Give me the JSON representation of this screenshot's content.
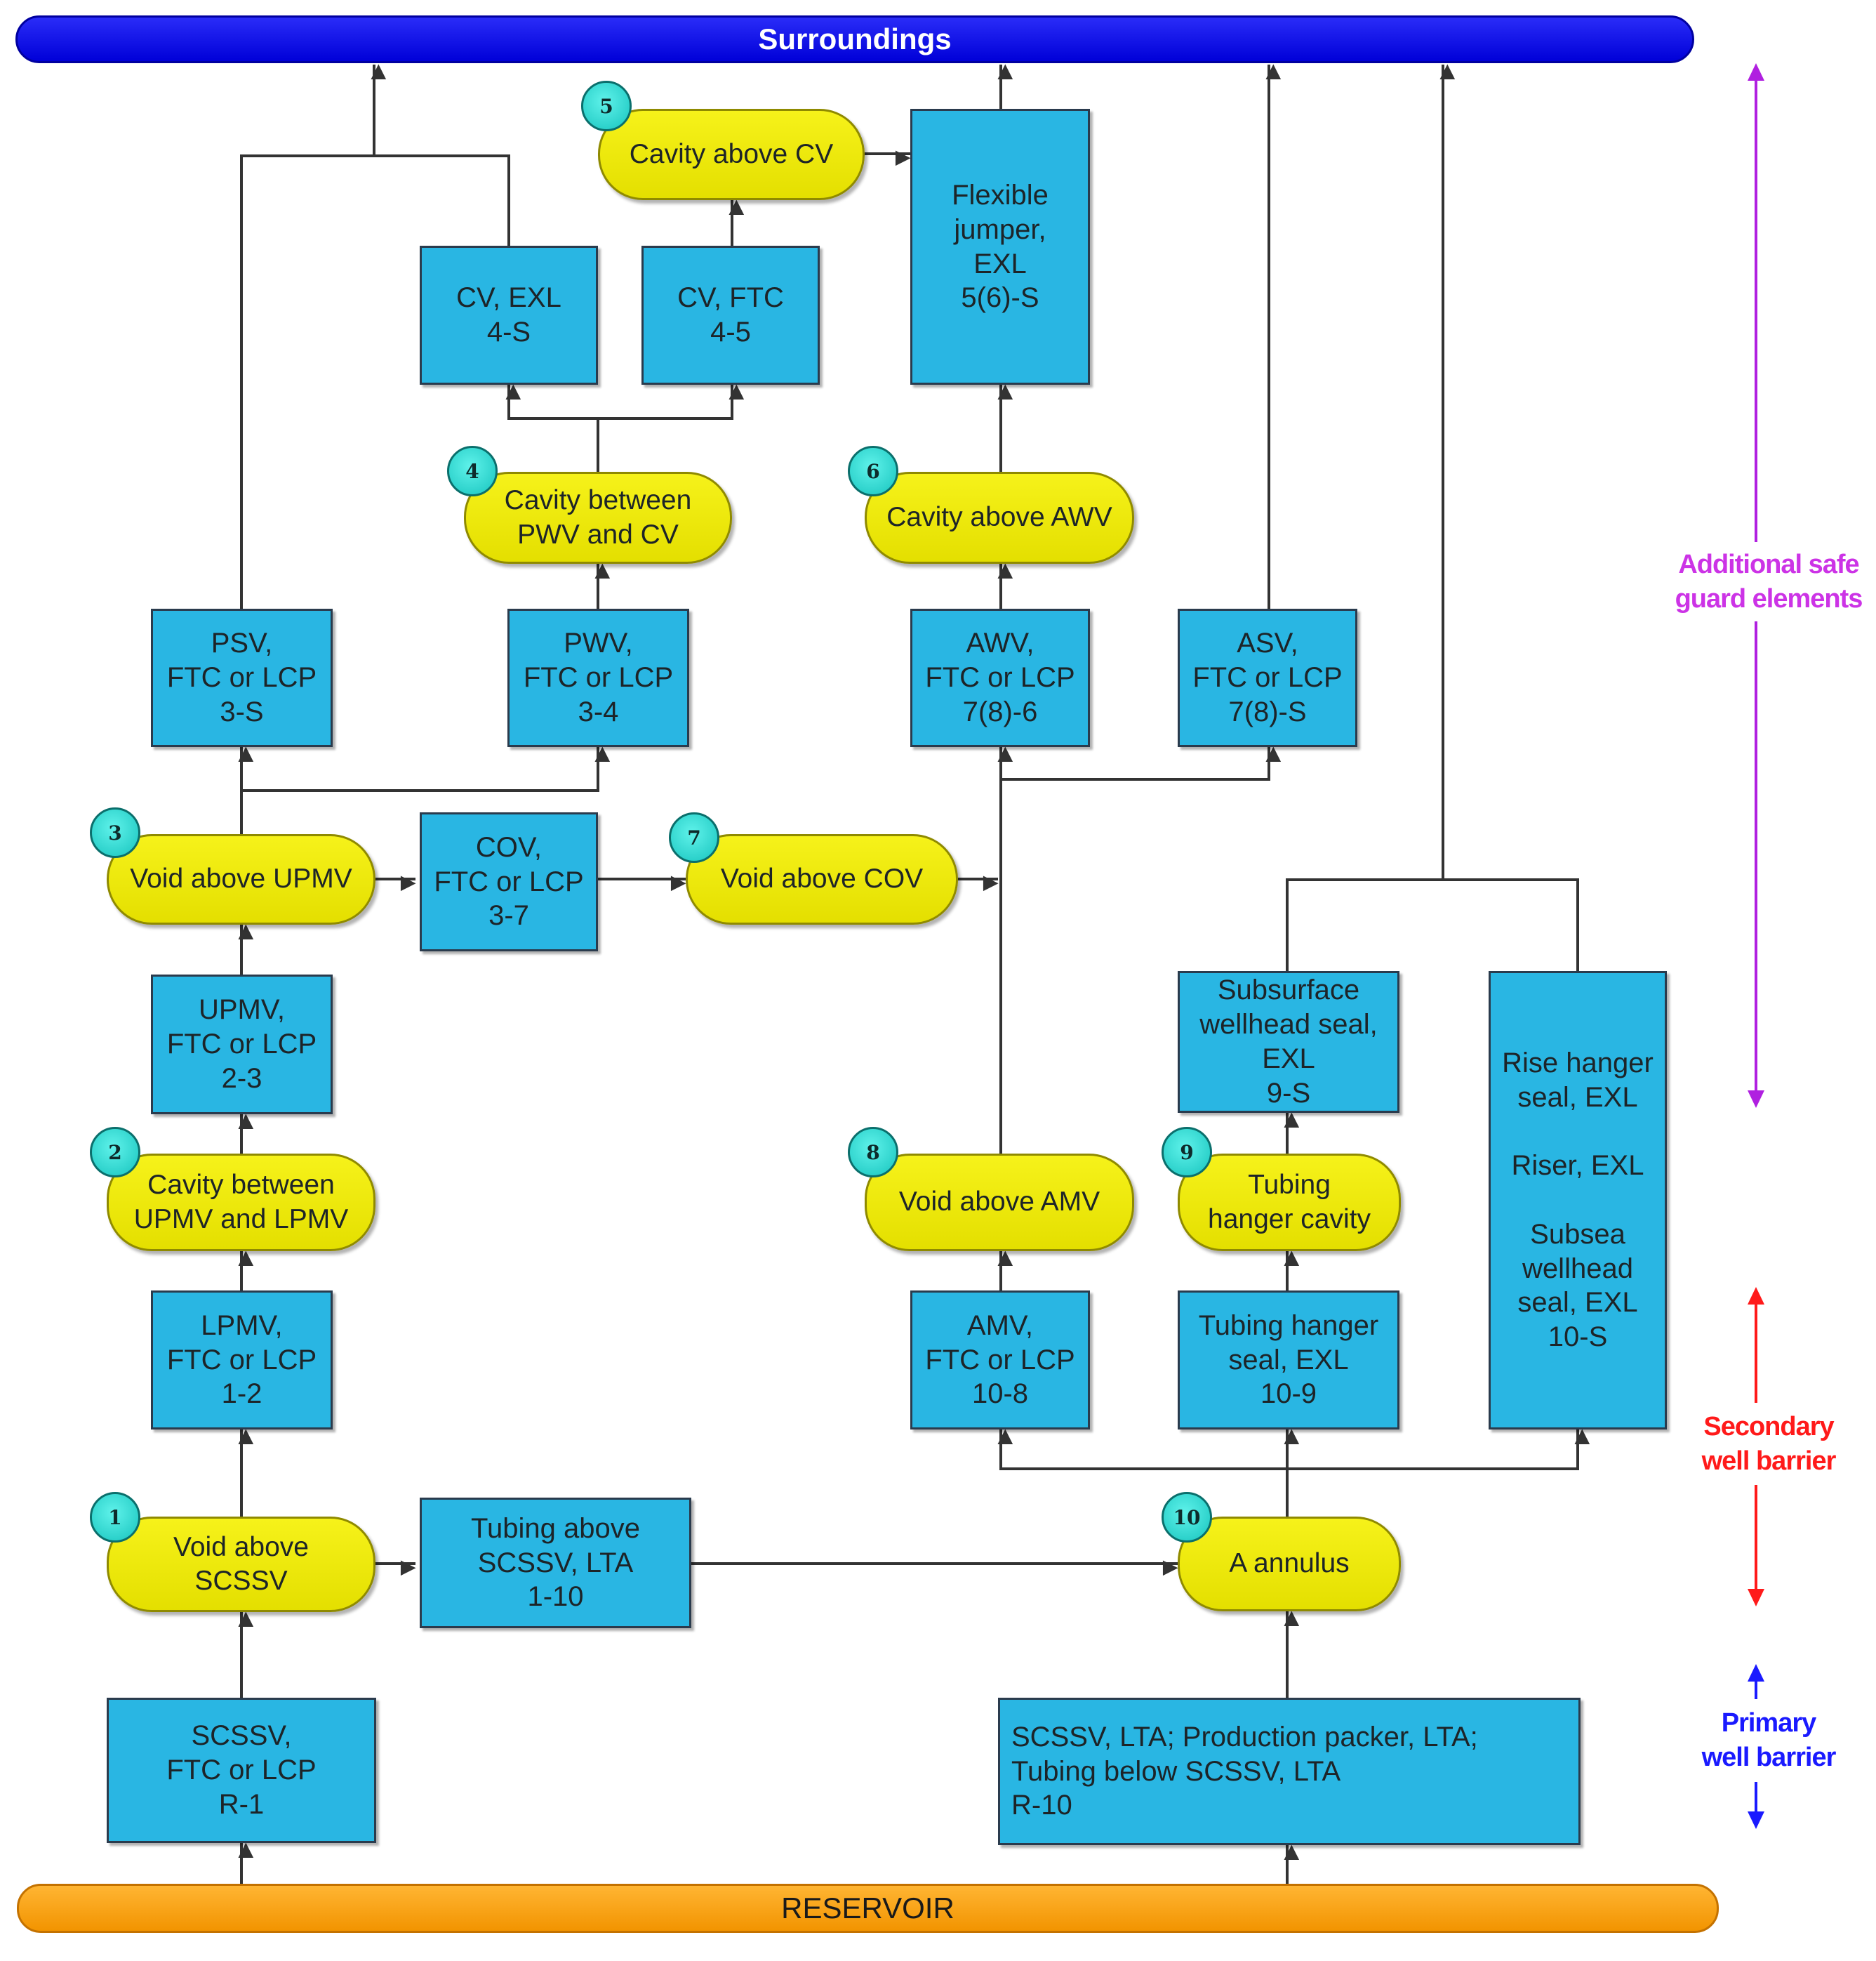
{
  "top_bar": "Surroundings",
  "bottom_bar": "RESERVOIR",
  "boxes": {
    "cv_exl": "CV, EXL\n4-S",
    "cv_ftc": "CV, FTC\n4-5",
    "flex_jumper": "Flexible\njumper,\nEXL\n5(6)-S",
    "psv": "PSV,\nFTC or LCP\n3-S",
    "pwv": "PWV,\nFTC or LCP\n3-4",
    "awv": "AWV,\nFTC or LCP\n7(8)-6",
    "asv": "ASV,\nFTC or LCP\n7(8)-S",
    "cov": "COV,\nFTC or LCP\n3-7",
    "upmv": "UPMV,\nFTC or LCP\n2-3",
    "subsurface": "Subsurface\nwellhead seal,\nEXL\n9-S",
    "riser": "Rise hanger\nseal, EXL\n\nRiser, EXL\n\nSubsea\nwellhead\nseal, EXL\n10-S",
    "lpmv": "LPMV,\nFTC or LCP\n1-2",
    "amv": "AMV,\nFTC or LCP\n10-8",
    "th_seal": "Tubing hanger\nseal, EXL\n10-9",
    "tubing_above": "Tubing above\nSCSSV, LTA\n1-10",
    "scssv": "SCSSV,\nFTC or LCP\nR-1",
    "packer": "SCSSV, LTA; Production packer, LTA;\nTubing below SCSSV, LTA\n                          R-10"
  },
  "cavities": {
    "c5": {
      "num": "5",
      "label": "Cavity above CV"
    },
    "c4": {
      "num": "4",
      "label": "Cavity between\nPWV and CV"
    },
    "c6": {
      "num": "6",
      "label": "Cavity above AWV"
    },
    "c3": {
      "num": "3",
      "label": "Void above UPMV"
    },
    "c7": {
      "num": "7",
      "label": "Void above COV"
    },
    "c2": {
      "num": "2",
      "label": "Cavity between\nUPMV and LPMV"
    },
    "c8": {
      "num": "8",
      "label": "Void above AMV"
    },
    "c9": {
      "num": "9",
      "label": "Tubing\nhanger cavity"
    },
    "c1": {
      "num": "1",
      "label": "Void above\nSCSSV"
    },
    "c10": {
      "num": "10",
      "label": "A annulus"
    }
  },
  "side_labels": {
    "safeguard": "Additional safe\nguard elements",
    "secondary": "Secondary\nwell barrier",
    "primary": "Primary\nwell barrier"
  },
  "colors": {
    "box_fill": "#29b6e3",
    "cavity_fill": "#f2ee10",
    "number_badge": "#2ee0d8",
    "top_bar": "#0a0ae8",
    "bottom_bar": "#f8a514",
    "safeguard_label": "#cc33e6",
    "secondary_label": "#ff1a1a",
    "primary_label": "#1a1aff",
    "connector": "#333333"
  }
}
